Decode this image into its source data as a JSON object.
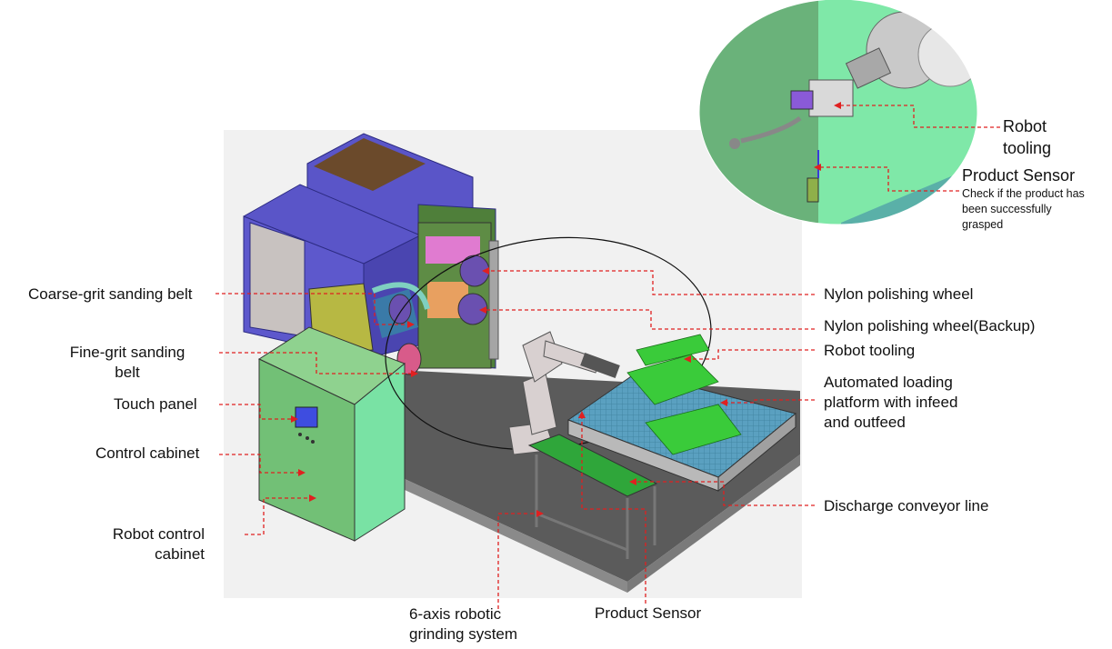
{
  "labels": {
    "coarse_belt": "Coarse-grit sanding belt",
    "fine_belt_1": "Fine-grit sanding",
    "fine_belt_2": "belt",
    "touch_panel": "Touch panel",
    "control_cabinet": "Control cabinet",
    "robot_control_1": "Robot control",
    "robot_control_2": "cabinet",
    "nylon_wheel": "Nylon polishing wheel",
    "nylon_wheel_backup": "Nylon polishing wheel(Backup)",
    "robot_tooling": "Robot tooling",
    "loading_1": "Automated loading",
    "loading_2": "platform with infeed",
    "loading_3": "and outfeed",
    "discharge": "Discharge conveyor line",
    "robot_system_1": "6-axis robotic",
    "robot_system_2": "grinding system",
    "product_sensor": "Product Sensor"
  },
  "inset": {
    "robot_tooling_1": "Robot",
    "robot_tooling_2": "tooling",
    "product_sensor": "Product Sensor",
    "note_1": "Check if the product has",
    "note_2": "been successfully",
    "note_3": "grasped"
  },
  "colors": {
    "callout_line": "#e02020",
    "control_cabinet": "#6fbf73",
    "enclosure": "#5a55c8",
    "floor": "#5a5a5a",
    "conveyor": "#2f9e3a",
    "platform": "#5aa0c0",
    "inset_bg": "#7ee8a8"
  }
}
